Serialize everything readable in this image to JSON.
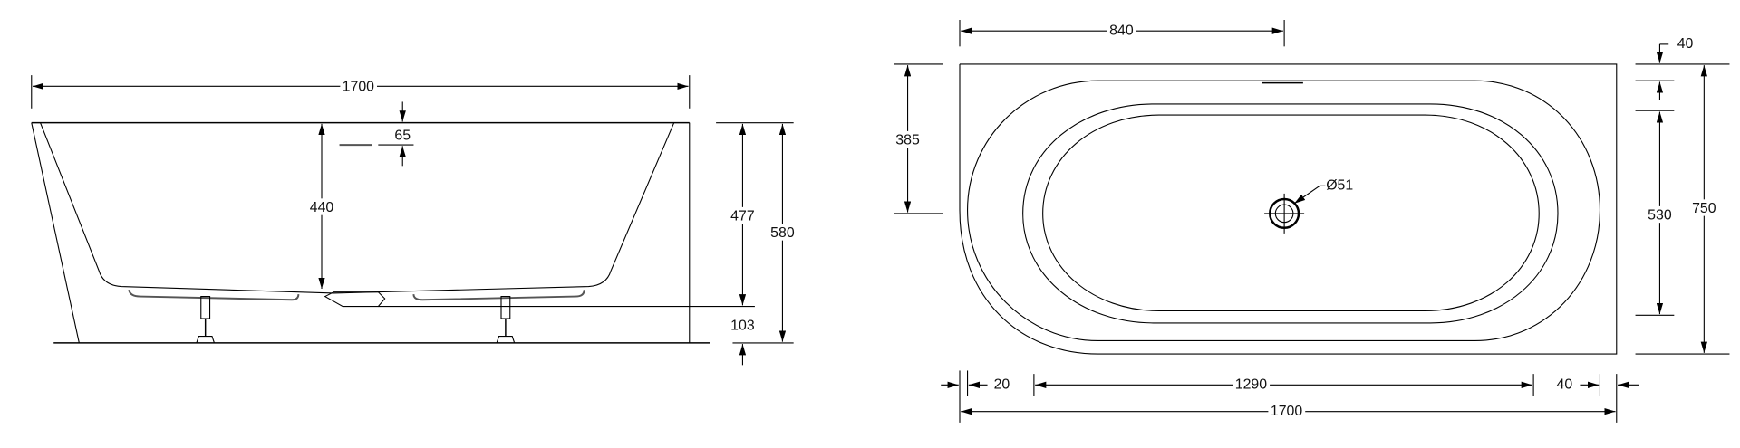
{
  "side_view": {
    "length": "1700",
    "overflow_depth": "65",
    "inner_depth": "440",
    "rim_height_to_base": "477",
    "total_height": "580",
    "foot_height": "103"
  },
  "top_view": {
    "drain_offset": "840",
    "drain_from_back": "385",
    "drain_diameter": "Ø51",
    "rim_back": "40",
    "inner_width": "530",
    "total_width": "750",
    "rim_left": "20",
    "inner_length": "1290",
    "rim_right": "40",
    "total_length": "1700"
  }
}
